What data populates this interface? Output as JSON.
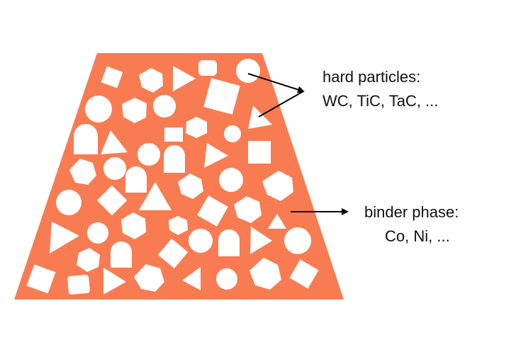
{
  "colors": {
    "binder": "#f97b52",
    "particle": "#ffffff",
    "text": "#111111",
    "arrow": "#000000"
  },
  "labels": {
    "hard_particles_line1": "hard particles:",
    "hard_particles_line2": "WC, TiC, TaC, ...",
    "binder_line1": "binder phase:",
    "binder_line2": "Co, Ni, ..."
  }
}
